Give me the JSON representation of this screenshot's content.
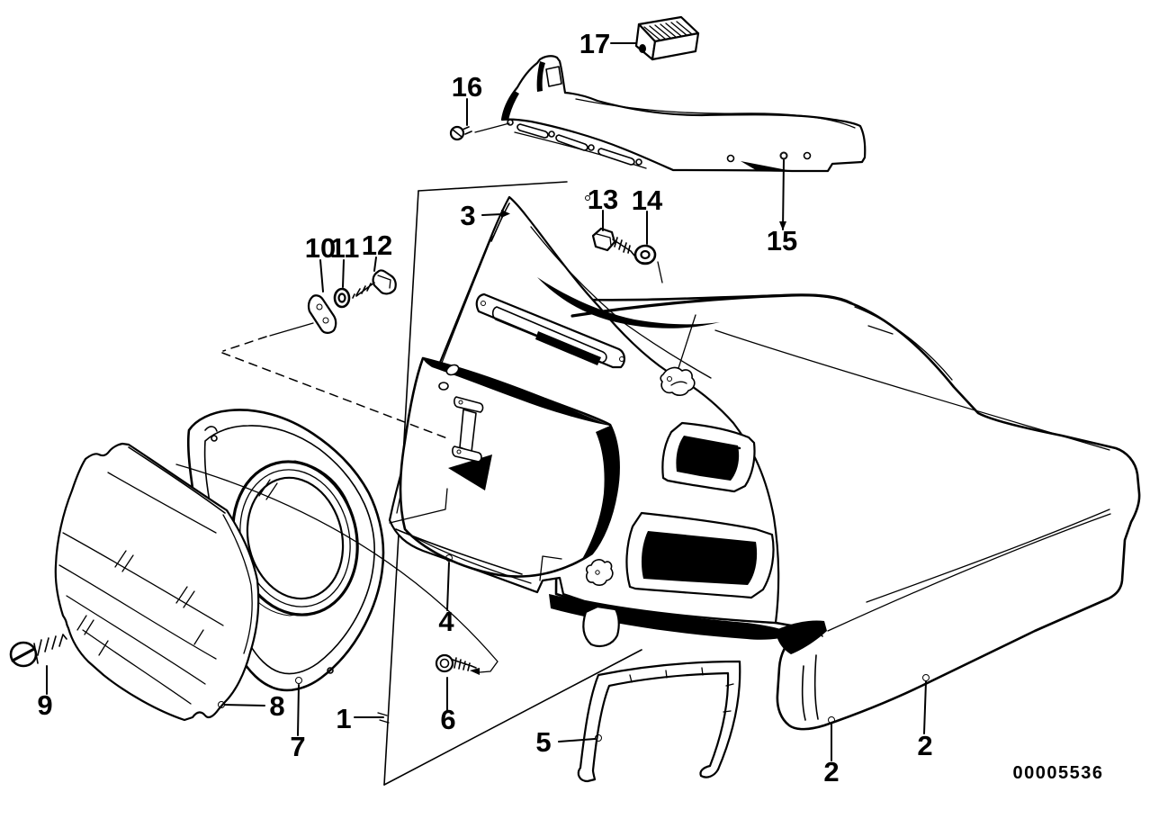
{
  "doc": {
    "number": "00005536"
  },
  "colors": {
    "ink": "#000000",
    "paper": "#ffffff"
  },
  "diagram_title": "fairing exploded parts diagram",
  "callouts": [
    {
      "id": "1",
      "label": "1"
    },
    {
      "id": "2-left",
      "label": "2"
    },
    {
      "id": "2-right",
      "label": "2"
    },
    {
      "id": "3",
      "label": "3"
    },
    {
      "id": "4",
      "label": "4"
    },
    {
      "id": "5",
      "label": "5"
    },
    {
      "id": "6",
      "label": "6"
    },
    {
      "id": "7",
      "label": "7"
    },
    {
      "id": "8",
      "label": "8"
    },
    {
      "id": "9",
      "label": "9"
    },
    {
      "id": "10",
      "label": "10"
    },
    {
      "id": "11",
      "label": "11"
    },
    {
      "id": "12",
      "label": "12"
    },
    {
      "id": "13",
      "label": "13"
    },
    {
      "id": "14",
      "label": "14"
    },
    {
      "id": "15",
      "label": "15"
    },
    {
      "id": "16",
      "label": "16"
    },
    {
      "id": "17",
      "label": "17"
    }
  ]
}
